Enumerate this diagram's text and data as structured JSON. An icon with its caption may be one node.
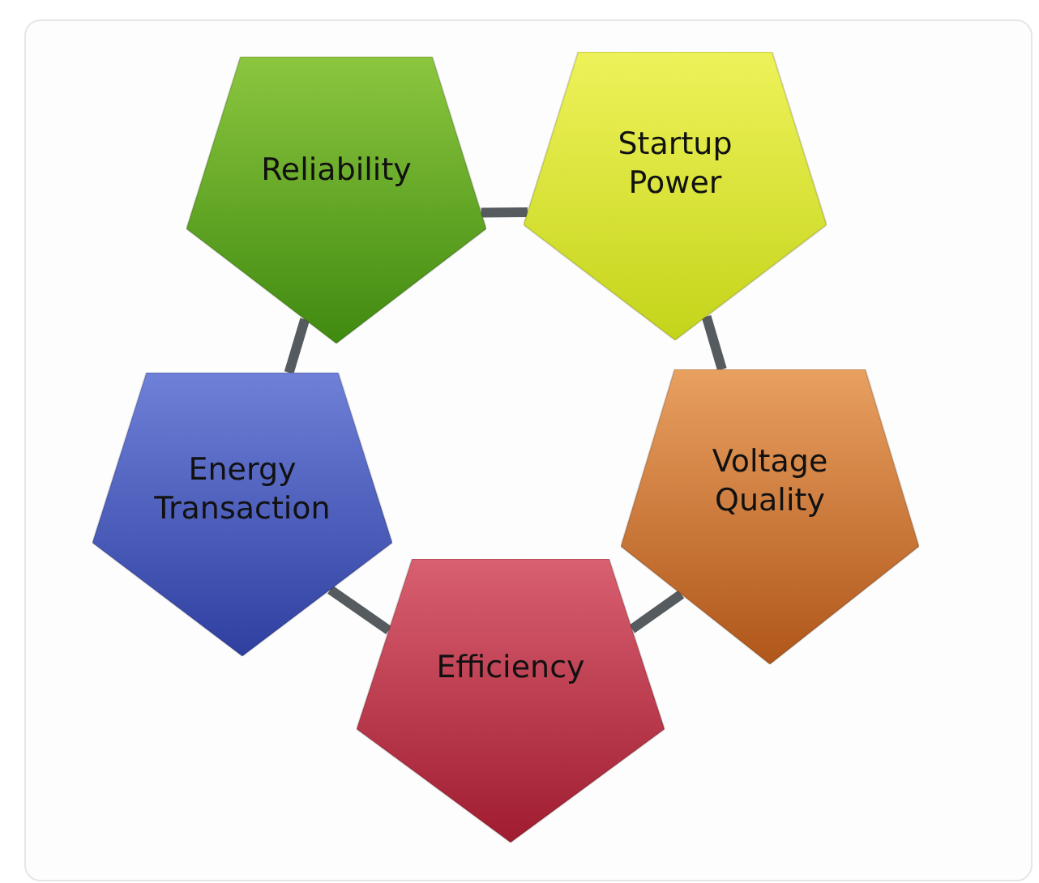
{
  "diagram": {
    "nodes": [
      {
        "text": [
          "Reliability"
        ]
      },
      {
        "text": [
          "Startup Power"
        ]
      },
      {
        "text": [
          "Voltage Quality"
        ]
      },
      {
        "text": [
          "Efficiency"
        ]
      },
      {
        "text": [
          "Energy Transaction"
        ]
      }
    ],
    "edges": [
      {
        "from": 0,
        "to": 1,
        "arrow": "none"
      },
      {
        "from": 1,
        "to": 2,
        "arrow": "none"
      },
      {
        "from": 2,
        "to": 3,
        "arrow": "none"
      },
      {
        "from": 3,
        "to": 4,
        "arrow": "none"
      },
      {
        "from": 4,
        "to": 0,
        "arrow": "none"
      }
    ]
  }
}
